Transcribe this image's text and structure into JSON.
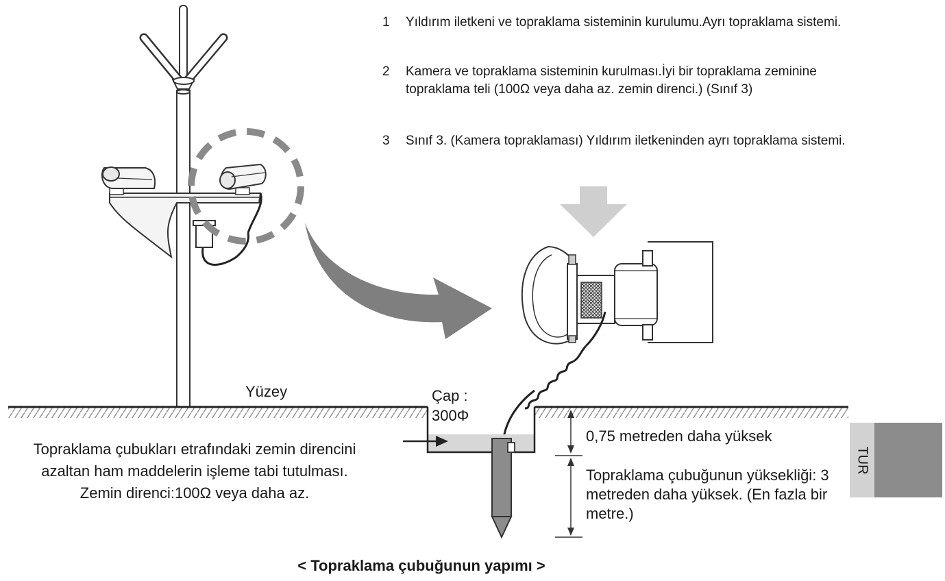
{
  "steps": [
    {
      "number": "1",
      "text": "Yıldırım iletkeni ve topraklama sisteminin kurulumu.Ayrı topraklama sistemi."
    },
    {
      "number": "2",
      "text": "Kamera ve topraklama sisteminin kurulması.İyi bir topraklama zeminine topraklama teli (100Ω veya daha az. zemin direnci.) (Sınıf 3)"
    },
    {
      "number": "3",
      "text": "Sınıf 3. (Kamera topraklaması) Yıldırım iletkeninden ayrı topraklama sistemi."
    }
  ],
  "labels": {
    "surface": "Yüzey",
    "diameter_line1": "Çap :",
    "diameter_line2": "300Φ",
    "depth": "0,75 metreden daha yüksek",
    "rod_height": "Topraklama çubuğunun yüksekliği: 3 metreden daha yüksek. (En fazla bir metre.)",
    "treatment": "Topraklama çubukları etrafındaki zemin direncini azaltan ham maddelerin işleme tabi tutulması.",
    "resistance": "Zemin direnci:100Ω veya daha az."
  },
  "caption": "< Topraklama çubuğunun yapımı >",
  "language_tag": "TUR",
  "icons": {
    "lightning_rod": "lightning-rod-icon",
    "camera": "cctv-camera-icon",
    "ground_rod": "ground-rod-icon"
  }
}
